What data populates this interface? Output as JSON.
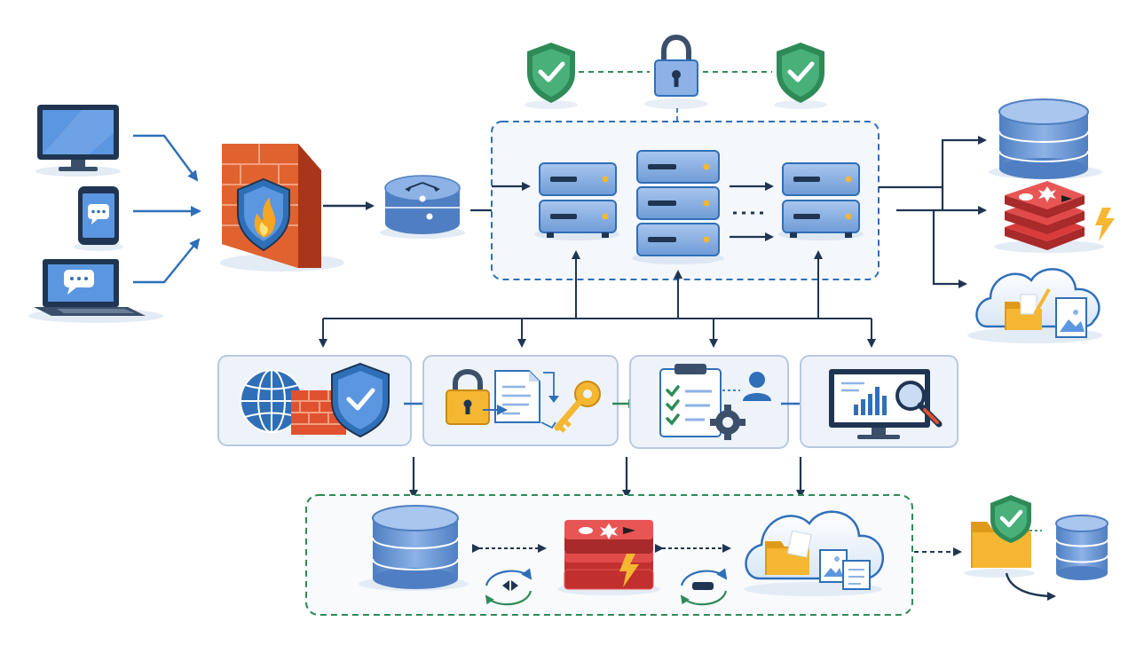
{
  "diagram": {
    "nodes": [
      {
        "name": "desktop-client",
        "icon": "monitor-icon"
      },
      {
        "name": "mobile-client",
        "icon": "smartphone-chat-icon"
      },
      {
        "name": "laptop-client",
        "icon": "laptop-chat-icon"
      },
      {
        "name": "firewall",
        "icon": "firewall-shield-flame-icon"
      },
      {
        "name": "router",
        "icon": "router-icon"
      },
      {
        "name": "app-server-cluster",
        "icon": "server-icon"
      },
      {
        "name": "security-check-left",
        "icon": "shield-check-icon"
      },
      {
        "name": "security-lock",
        "icon": "padlock-icon"
      },
      {
        "name": "security-check-right",
        "icon": "shield-check-icon"
      },
      {
        "name": "database-store",
        "icon": "database-icon"
      },
      {
        "name": "cache-store",
        "icon": "redis-cache-icon"
      },
      {
        "name": "cloud-file-store",
        "icon": "cloud-folder-icon"
      },
      {
        "name": "network-security-panel",
        "icon": "globe-firewall-shield-icon"
      },
      {
        "name": "encryption-panel",
        "icon": "lock-document-key-icon"
      },
      {
        "name": "compliance-panel",
        "icon": "checklist-user-gear-icon"
      },
      {
        "name": "monitoring-panel",
        "icon": "monitor-chart-magnifier-icon"
      },
      {
        "name": "replica-database",
        "icon": "database-icon"
      },
      {
        "name": "replica-cache",
        "icon": "redis-cache-icon"
      },
      {
        "name": "replica-cloud",
        "icon": "cloud-folder-icon"
      },
      {
        "name": "backup-archive",
        "icon": "folder-shield-database-icon"
      }
    ],
    "colors": {
      "primary_blue": "#2f6fb8",
      "light_blue": "#8fb4e3",
      "navy": "#1f3552",
      "firewall_red": "#e0522f",
      "cache_red": "#d93b3b",
      "green": "#2e8b57",
      "folder_yellow": "#f5b731",
      "panel_bg": "#eef3fa",
      "panel_border": "#b7c9e2"
    }
  }
}
